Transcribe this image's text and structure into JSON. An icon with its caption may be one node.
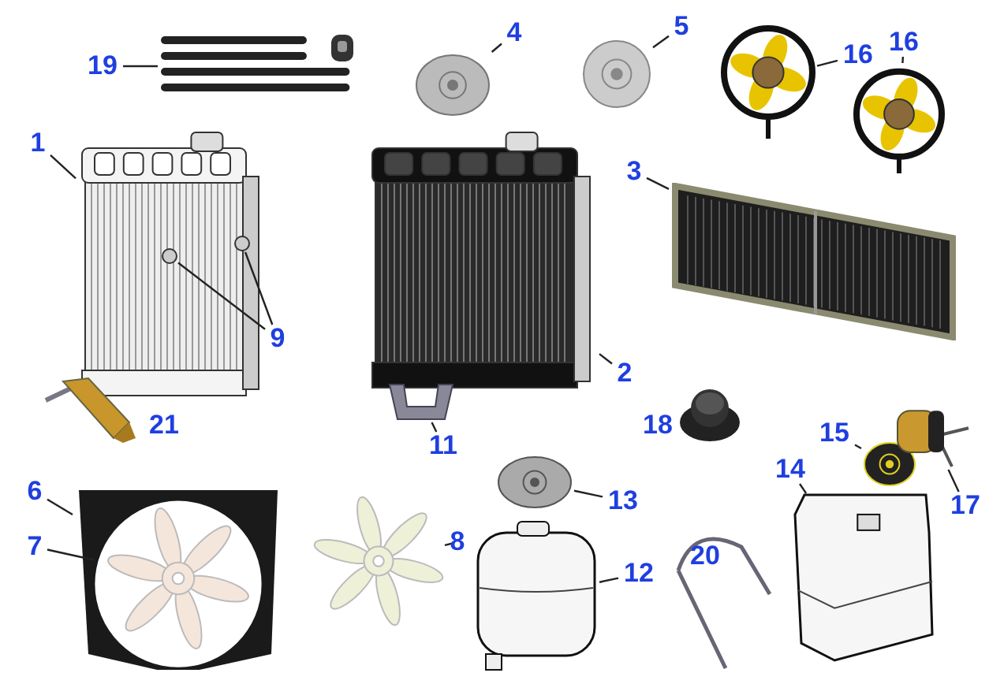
{
  "diagram": {
    "nodes": [
      {
        "text": [
          "19"
        ]
      },
      {
        "text": [],
        "shape": "picture"
      },
      {
        "text": [
          "1"
        ]
      },
      {
        "text": [],
        "shape": "picture"
      },
      {
        "text": [
          "9"
        ]
      },
      {
        "text": [],
        "shape": "circle",
        "in": 3
      },
      {
        "text": [],
        "shape": "circle",
        "in": 3
      },
      {
        "text": [
          "4"
        ]
      },
      {
        "text": [],
        "shape": "picture"
      },
      {
        "text": [
          "5"
        ]
      },
      {
        "text": [],
        "shape": "picture"
      },
      {
        "text": [
          "16"
        ]
      },
      {
        "text": [],
        "shape": "picture"
      },
      {
        "text": [
          "16"
        ]
      },
      {
        "text": [],
        "shape": "picture"
      },
      {
        "text": [
          "3"
        ]
      },
      {
        "text": [],
        "shape": "picture"
      },
      {
        "text": [
          "2"
        ]
      },
      {
        "text": [],
        "shape": "picture"
      },
      {
        "text": [
          "11"
        ]
      },
      {
        "text": [],
        "shape": "picture"
      },
      {
        "text": [
          "6"
        ]
      },
      {
        "text": [],
        "shape": "picture"
      },
      {
        "text": [
          "7"
        ]
      },
      {
        "text": [],
        "shape": "picture",
        "in": 22
      },
      {
        "text": [
          "8"
        ]
      },
      {
        "text": [],
        "shape": "picture"
      },
      {
        "text": [
          "13"
        ]
      },
      {
        "text": [],
        "shape": "picture"
      },
      {
        "text": [
          "12"
        ]
      },
      {
        "text": [],
        "shape": "picture"
      },
      {
        "text": [
          "14"
        ]
      },
      {
        "text": [],
        "shape": "picture"
      },
      {
        "text": [
          "15"
        ]
      },
      {
        "text": [],
        "shape": "picture"
      },
      {
        "text": [
          "17"
        ]
      },
      {
        "text": [],
        "shape": "picture"
      }
    ],
    "edges": [
      {
        "from": 0,
        "to": 1,
        "arrow": "none"
      },
      {
        "from": 2,
        "to": 3,
        "arrow": "none"
      },
      {
        "from": 4,
        "to": 5,
        "arrow": "none"
      },
      {
        "from": 4,
        "to": 6,
        "arrow": "none"
      },
      {
        "from": 7,
        "to": 8,
        "arrow": "none"
      },
      {
        "from": 9,
        "to": 10,
        "arrow": "none"
      },
      {
        "from": 11,
        "to": 12,
        "arrow": "none"
      },
      {
        "from": 13,
        "to": 14,
        "arrow": "none"
      },
      {
        "from": 15,
        "to": 16,
        "arrow": "none"
      },
      {
        "from": 17,
        "to": 18,
        "arrow": "none"
      },
      {
        "from": 19,
        "to": 20,
        "arrow": "none"
      },
      {
        "from": 21,
        "to": 22,
        "arrow": "none"
      },
      {
        "from": 23,
        "to": 24,
        "arrow": "none"
      },
      {
        "from": 25,
        "to": 26,
        "arrow": "none"
      },
      {
        "from": 27,
        "to": 28,
        "arrow": "none"
      },
      {
        "from": 29,
        "to": 30,
        "arrow": "none"
      },
      {
        "from": 31,
        "to": 32,
        "arrow": "none"
      },
      {
        "from": 33,
        "to": 34,
        "arrow": "none"
      },
      {
        "from": 35,
        "to": 36,
        "arrow": "none"
      }
    ],
    "labels": [
      "21",
      "18",
      "20"
    ]
  }
}
